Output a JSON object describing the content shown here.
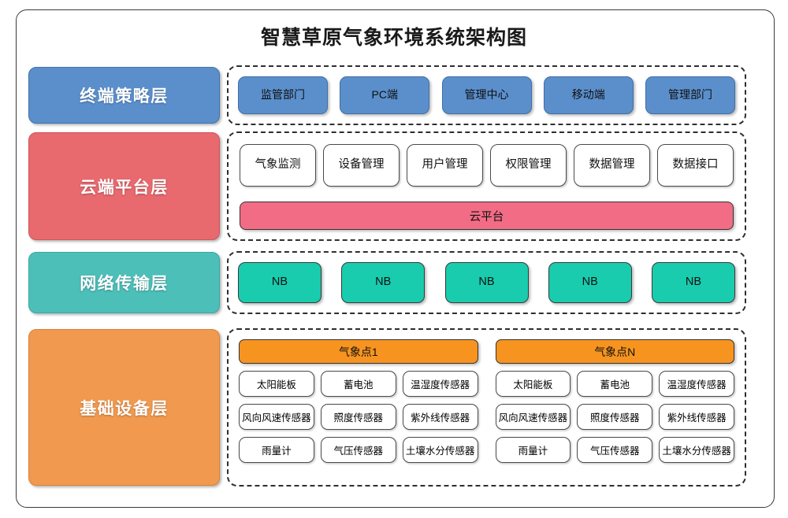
{
  "diagram": {
    "title": "智慧草原气象环境系统架构图"
  },
  "colors": {
    "terminal": "#5B8FCC",
    "cloud": "#E8696E",
    "cloud_platform_bar": "#F26C86",
    "network": "#4CBFB9",
    "network_node": "#19CCAE",
    "device": "#F0994F",
    "station_header": "#F79420",
    "frame_border": "#3a3a3a",
    "dash_border": "#2e2e2e"
  },
  "layers": [
    {
      "key": "terminal",
      "label": "终端策略层"
    },
    {
      "key": "cloud",
      "label": "云端平台层"
    },
    {
      "key": "network",
      "label": "网络传输层"
    },
    {
      "key": "device",
      "label": "基础设备层"
    }
  ],
  "terminal_layer": {
    "nodes": [
      "监管部门",
      "PC端",
      "管理中心",
      "移动端",
      "管理部门"
    ]
  },
  "cloud_layer": {
    "modules": [
      "气象监测",
      "设备管理",
      "用户管理",
      "权限管理",
      "数据管理",
      "数据接口"
    ],
    "platform_label": "云平台"
  },
  "network_layer": {
    "nodes": [
      "NB",
      "NB",
      "NB",
      "NB",
      "NB"
    ]
  },
  "device_layer": {
    "stations": [
      {
        "header": "气象点1",
        "devices": [
          "太阳能板",
          "蓄电池",
          "温湿度传感器",
          "风向风速传感器",
          "照度传感器",
          "紫外线传感器",
          "雨量计",
          "气压传感器",
          "土壤水分传感器"
        ]
      },
      {
        "header": "气象点N",
        "devices": [
          "太阳能板",
          "蓄电池",
          "温湿度传感器",
          "风向风速传感器",
          "照度传感器",
          "紫外线传感器",
          "雨量计",
          "气压传感器",
          "土壤水分传感器"
        ]
      }
    ]
  }
}
